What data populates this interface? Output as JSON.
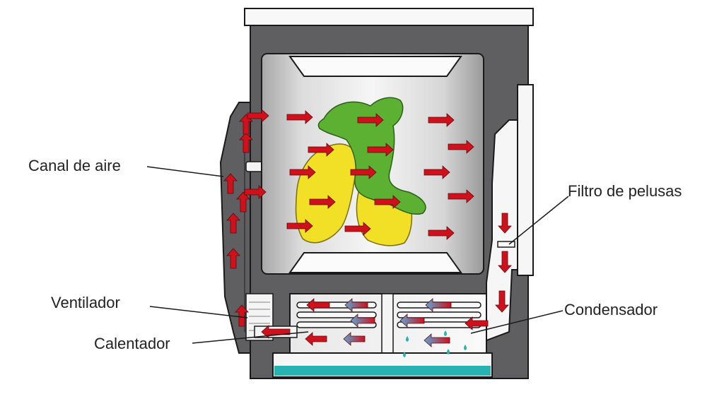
{
  "labels": {
    "canal_de_aire": "Canal de aire",
    "ventilador": "Ventilador",
    "calentador": "Calentador",
    "filtro": "Filtro de pelusas",
    "condensador": "Condensador"
  },
  "colors": {
    "cabinet": "#5f5f61",
    "cabinet_outline": "#1a1a1a",
    "drum_light": "#f4f4f4",
    "drum_dark": "#8d8d8d",
    "arrow_red": "#d0101a",
    "arrow_blue": "#5aa8d8",
    "cloth_green": "#5cb133",
    "cloth_yellow": "#f1e025",
    "water": "#27b3b1"
  }
}
